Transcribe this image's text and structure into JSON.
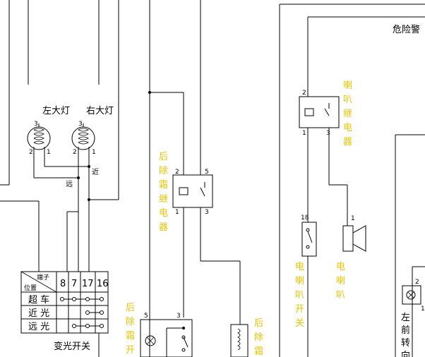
{
  "labels": {
    "left_headlamp": "左大灯",
    "right_headlamp": "右大灯",
    "far": "远",
    "near": "近",
    "danger_warning": "危险警",
    "dimmer_switch": "变光开关"
  },
  "vertical_labels": {
    "rear_defog_relay": "后除霜继电器",
    "horn_relay": "喇叭继电器",
    "horn_switch": "电喇叭开关",
    "horn": "电喇叭",
    "rear_defog_switch": "后除霜开",
    "rear_defog_bottom": "后除霜",
    "left_front_turn": "左前转向灯"
  },
  "pins": {
    "lamp_left_top": "3",
    "lamp_left_bl": "2",
    "lamp_left_br": "1",
    "lamp_right_top": "3",
    "lamp_right_bl": "2",
    "lamp_right_br": "1",
    "relay_l_tl": "2",
    "relay_l_tr": "5",
    "relay_l_bl": "1",
    "relay_l_br": "3",
    "relay_r_tl": "2",
    "relay_r_bl": "1",
    "relay_r_br": "3",
    "horn_sw": "18",
    "horn": "1",
    "defog_sw_l": "5",
    "defog_sw_r": "3",
    "turn_top": "2",
    "turn_r": "1"
  },
  "switch_table": {
    "header_top": "端子",
    "header_bottom": "位置",
    "columns": [
      "8",
      "7",
      "17",
      "16"
    ],
    "rows": [
      "超 车",
      "近 光",
      "远 光"
    ]
  }
}
